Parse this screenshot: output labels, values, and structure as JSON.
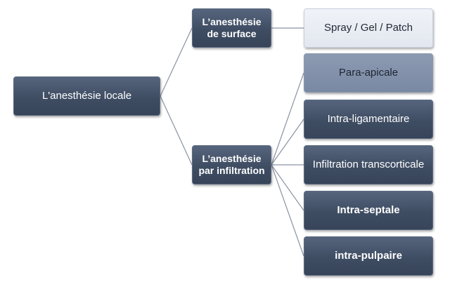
{
  "diagram": {
    "root": {
      "label": "L'anesthésie locale"
    },
    "surface": {
      "label": "L’anesthésie de surface",
      "children": [
        "Spray / Gel / Patch"
      ]
    },
    "infiltration": {
      "label": "L’anesthésie par infiltration",
      "children": [
        "Para-apicale",
        "Intra-ligamentaire",
        "Infiltration transcorticale",
        "Intra-septale",
        "intra-pulpaire"
      ]
    },
    "colors": {
      "dark_box": "#3f4d63",
      "light_box": "#e2e7ef",
      "highlight_box": "#7a89a3",
      "connector": "#8a93a3"
    }
  }
}
